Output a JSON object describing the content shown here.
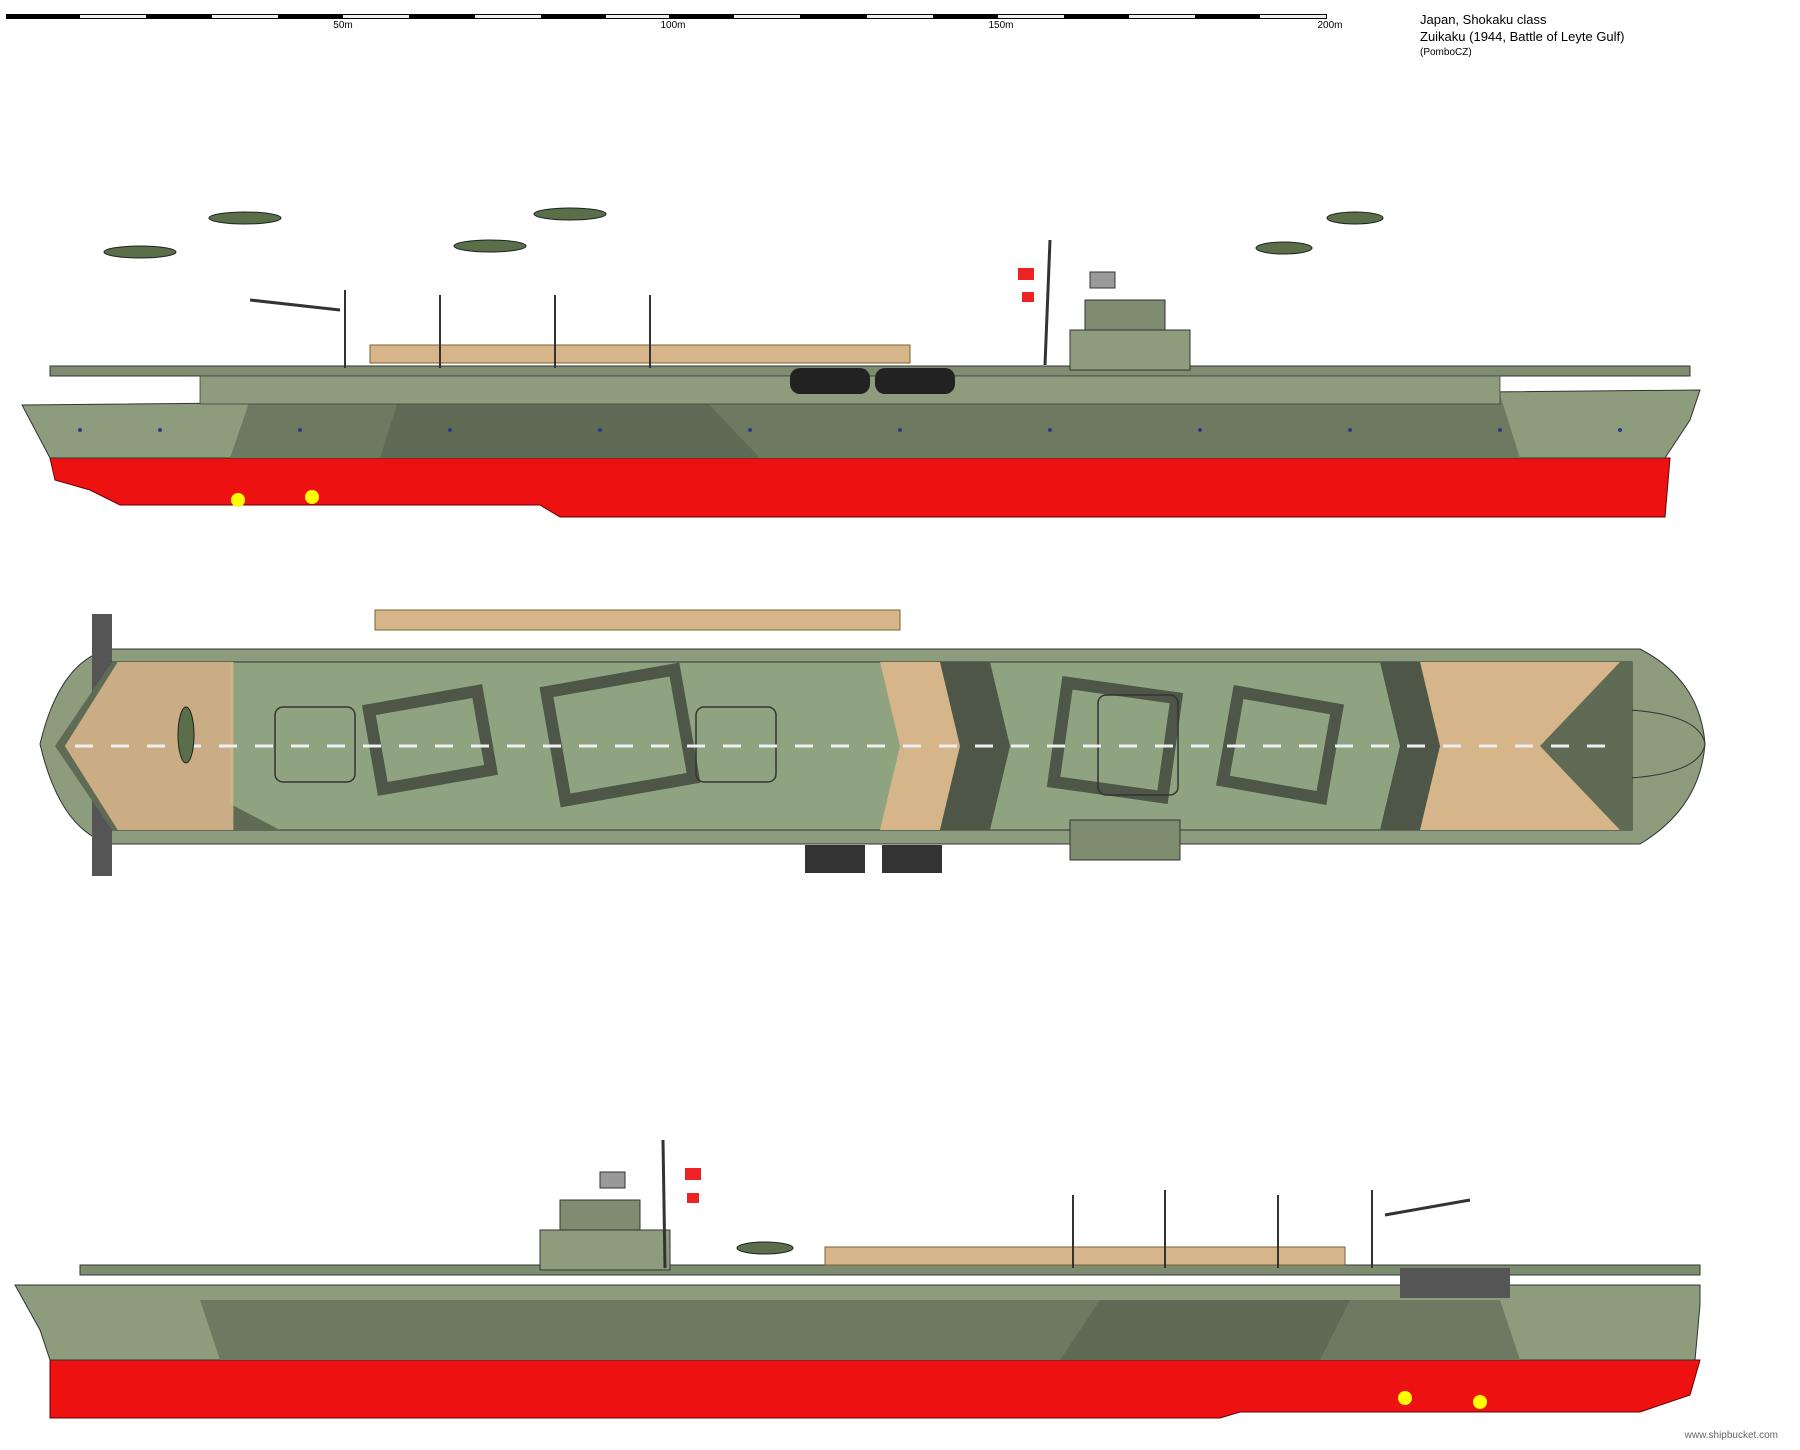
{
  "header": {
    "line1": "Japan, Shokaku class",
    "line2": "Zuikaku (1944, Battle of Leyte Gulf)",
    "author": "(PomboCZ)"
  },
  "scale_bar": {
    "labels": [
      "50m",
      "100m",
      "150m",
      "200m"
    ]
  },
  "footer": {
    "site": "www.shipbucket.com"
  },
  "colors": {
    "hull_light": "#8c9c7c",
    "hull_dark": "#5f6b55",
    "antifouling": "#ee1111",
    "deck_tan": "#d6b58a",
    "deck_green": "#8fa380",
    "camo_dark": "#4d5647"
  }
}
